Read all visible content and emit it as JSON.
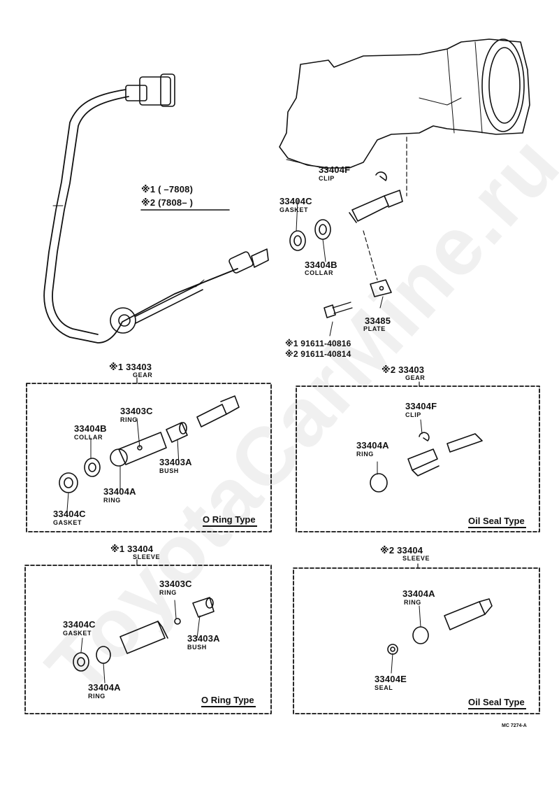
{
  "legend": {
    "line1": "※1 (      –7808)",
    "line2": "※2 (7808–        )"
  },
  "upper_parts": [
    {
      "number": "33404F",
      "name": "CLIP"
    },
    {
      "number": "33404C",
      "name": "GASKET"
    },
    {
      "number": "33404B",
      "name": "COLLAR"
    },
    {
      "number": "33485",
      "name": "PLATE"
    }
  ],
  "bolts": {
    "line1": "※1 91611-40816",
    "line2": "※2 91611-40814"
  },
  "boxes": {
    "gear_o_ring": {
      "header_number": "※1 33403",
      "header_name": "GEAR",
      "type_label": "O Ring Type",
      "parts": [
        {
          "number": "33403C",
          "name": "RING"
        },
        {
          "number": "33404B",
          "name": "COLLAR"
        },
        {
          "number": "33403A",
          "name": "BUSH"
        },
        {
          "number": "33404A",
          "name": "RING"
        },
        {
          "number": "33404C",
          "name": "GASKET"
        }
      ]
    },
    "gear_oil_seal": {
      "header_number": "※2 33403",
      "header_name": "GEAR",
      "type_label": "Oil Seal Type",
      "parts": [
        {
          "number": "33404F",
          "name": "CLIP"
        },
        {
          "number": "33404A",
          "name": "RING"
        }
      ]
    },
    "sleeve_o_ring": {
      "header_number": "※1 33404",
      "header_name": "SLEEVE",
      "type_label": "O Ring Type",
      "parts": [
        {
          "number": "33403C",
          "name": "RING"
        },
        {
          "number": "33404C",
          "name": "GASKET"
        },
        {
          "number": "33403A",
          "name": "BUSH"
        },
        {
          "number": "33404A",
          "name": "RING"
        }
      ]
    },
    "sleeve_oil_seal": {
      "header_number": "※2 33404",
      "header_name": "SLEEVE",
      "type_label": "Oil Seal Type",
      "parts": [
        {
          "number": "33404A",
          "name": "RING"
        },
        {
          "number": "33404E",
          "name": "SEAL"
        }
      ]
    }
  },
  "footer_code": "MC 7274-A",
  "watermark": "ToyotaCarMine.ru"
}
